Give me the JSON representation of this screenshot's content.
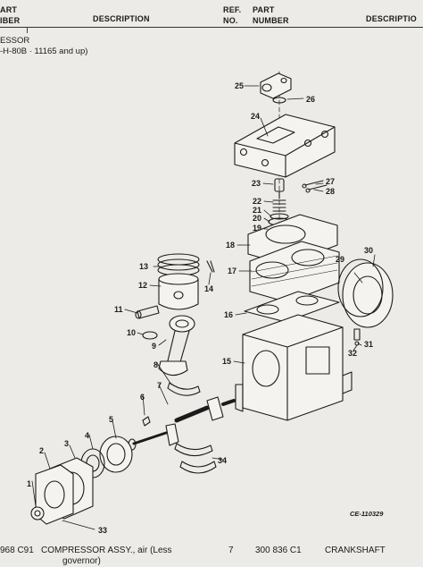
{
  "header": {
    "col_part_top": "ART",
    "col_part_bottom": "IBER",
    "col_description": "DESCRIPTION",
    "col_ref_top": "REF.",
    "col_ref_bottom": "NO.",
    "col_part2_top": "PART",
    "col_part2_bottom": "NUMBER",
    "col_description2": "DESCRIPTIO"
  },
  "title": {
    "line1": "ESSOR",
    "line2": "-H-80B · 11165 and up)"
  },
  "callouts": [
    "1",
    "2",
    "3",
    "4",
    "5",
    "6",
    "7",
    "8",
    "9",
    "10",
    "11",
    "12",
    "13",
    "14",
    "15",
    "16",
    "17",
    "18",
    "19",
    "20",
    "21",
    "22",
    "23",
    "24",
    "25",
    "26",
    "27",
    "28",
    "29",
    "30",
    "31",
    "32",
    "33",
    "34"
  ],
  "diagram_code": "CE-110329",
  "footer": {
    "left_part": "968 C91",
    "left_desc_line1": "COMPRESSOR ASSY., air  (Less",
    "left_desc_line2": "governor)",
    "ref": "7",
    "right_part": "300 836 C1",
    "right_desc": "CRANKSHAFT"
  }
}
